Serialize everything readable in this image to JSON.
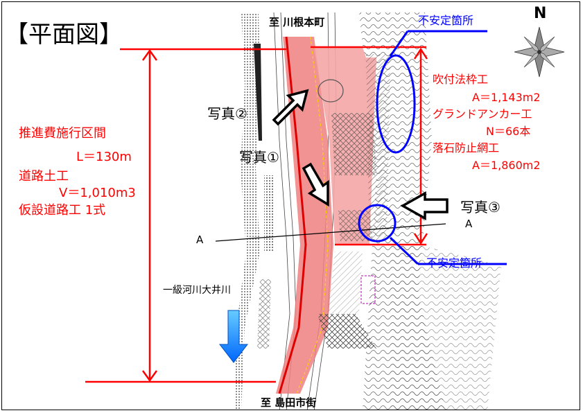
{
  "title": "【平面図】",
  "north_label": "N",
  "top_destination": "至 川根本町",
  "bottom_destination": "至 島田市街",
  "section": {
    "name": "推進費施行区間",
    "length": "L＝130m",
    "item1_name": "道路土工",
    "item1_value": "V＝1,010m3",
    "item2": "仮設道路工 1式"
  },
  "right_works": {
    "w1_name": "吹付法枠工",
    "w1_value": "A＝1,143m2",
    "w2_name": "グランドアンカー工",
    "w2_value": "N＝66本",
    "w3_name": "落石防止網工",
    "w3_value": "A＝1,860m2"
  },
  "unstable_top": "不安定箇所",
  "unstable_bottom": "不安定箇所",
  "photo1": "写真①",
  "photo2": "写真②",
  "photo3": "写真③",
  "section_a_left": "A",
  "section_a_right": "A",
  "river": "一級河川大井川",
  "colors": {
    "dimension": "#ff0000",
    "unstable": "#0000ff",
    "road_fill": "#f08080",
    "river_arrow": "#1e90ff"
  }
}
